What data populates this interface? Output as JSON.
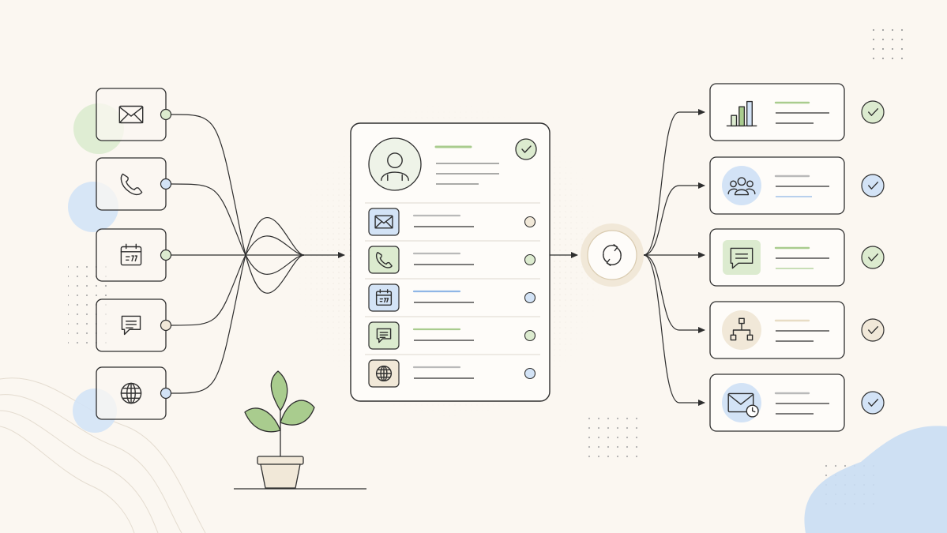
{
  "colors": {
    "background": "#FBF7F1",
    "ink": "#2E2E2E",
    "green": "#A9CC8E",
    "green_fill": "#DCEBCF",
    "blue": "#8FB6E6",
    "blue_fill": "#D3E3F6",
    "beige": "#E8DCC4",
    "beige_fill": "#F1E8D8",
    "gray_line": "#B9B9B9"
  },
  "channels": [
    {
      "icon": "envelope-icon",
      "accent": "green"
    },
    {
      "icon": "phone-icon",
      "accent": "blue"
    },
    {
      "icon": "calendar-icon",
      "accent": "green"
    },
    {
      "icon": "chat-icon",
      "accent": "beige"
    },
    {
      "icon": "globe-icon",
      "accent": "blue"
    }
  ],
  "profile_card": {
    "avatar_icon": "user-avatar-icon",
    "status_icon": "check-icon",
    "rows": [
      {
        "icon": "envelope-icon",
        "accent": "blue",
        "dot": "beige"
      },
      {
        "icon": "phone-icon",
        "accent": "green",
        "dot": "green"
      },
      {
        "icon": "calendar-icon",
        "accent": "blue",
        "dot": "blue"
      },
      {
        "icon": "chat-icon",
        "accent": "green",
        "dot": "green"
      },
      {
        "icon": "globe-icon",
        "accent": "beige",
        "dot": "blue"
      }
    ]
  },
  "sync_icon": "sync-icon",
  "outputs": [
    {
      "icon": "bar-chart-icon",
      "accent": "green",
      "check": "green"
    },
    {
      "icon": "team-icon",
      "accent": "blue",
      "check": "blue"
    },
    {
      "icon": "message-icon",
      "accent": "green",
      "check": "green"
    },
    {
      "icon": "flowchart-icon",
      "accent": "beige",
      "check": "beige"
    },
    {
      "icon": "scheduled-email-icon",
      "accent": "blue",
      "check": "blue"
    }
  ],
  "decor": {
    "plant_icon": "potted-plant-icon"
  }
}
